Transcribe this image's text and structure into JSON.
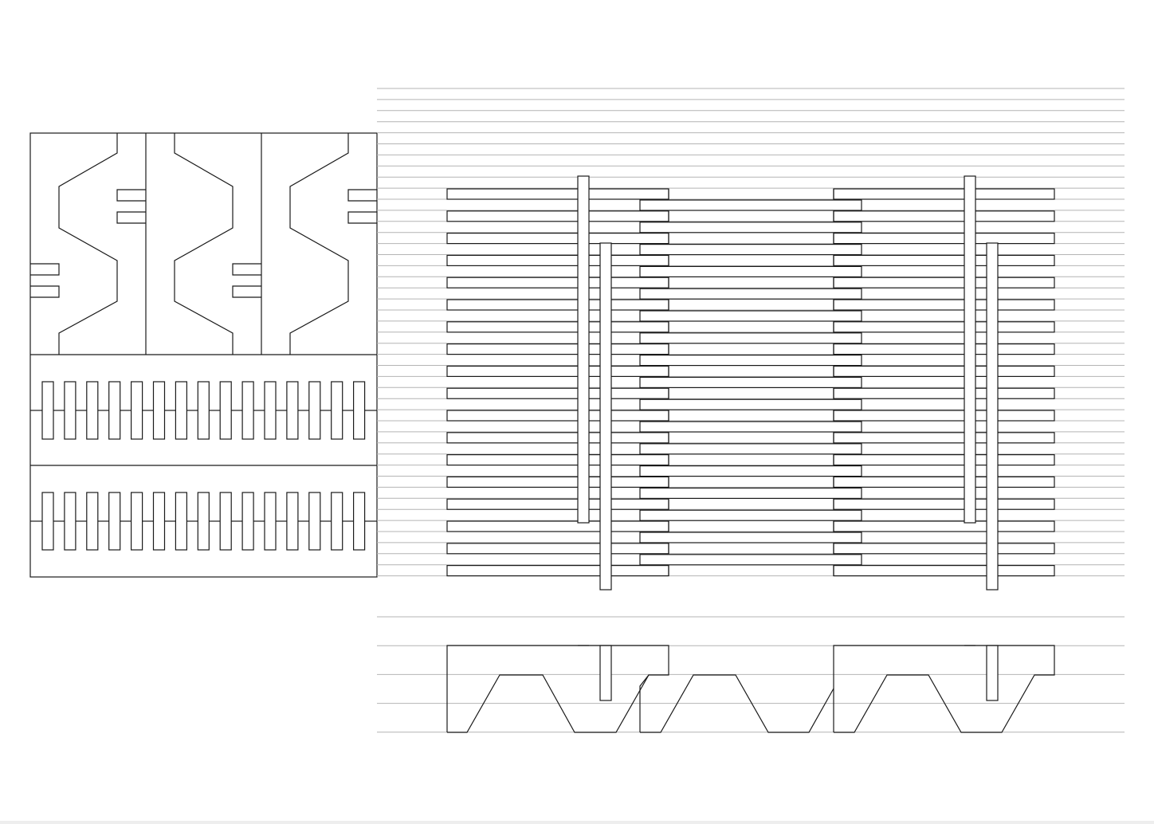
{
  "drawing": {
    "type": "technical-line-drawing",
    "ink_color": "#1a1a1a",
    "guide_color": "#b4b4b4",
    "background": "#ffffff",
    "text_labels": []
  },
  "left_panel": {
    "upper_pattern": "interlocking-hexagonal-keyed-columns",
    "key_columns": 3,
    "comb_bands": 2,
    "comb_teeth_per_band": 15
  },
  "elevation": {
    "guide_lines": 45,
    "bar_rows": 18,
    "bar_groups": 3,
    "tall_posts": 4
  },
  "section": {
    "trapezoid_bays": 3,
    "guide_lines": 5
  }
}
